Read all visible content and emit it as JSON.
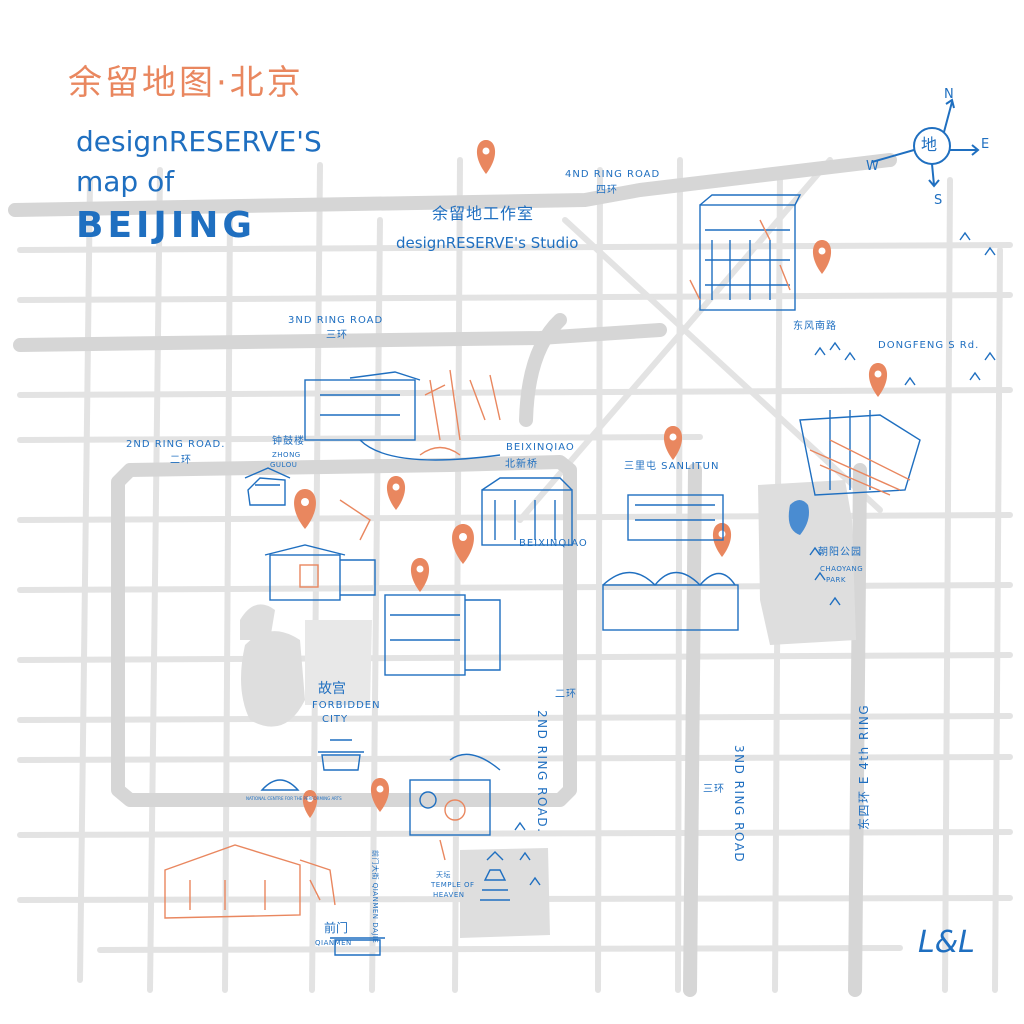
{
  "colors": {
    "road": "#e3e3e3",
    "ring": "#d6d6d6",
    "blue": "#1f6fc0",
    "orange": "#e9875f",
    "park": "#dedede"
  },
  "title": {
    "cn": "余留地图·北京",
    "line1": "designRESERVE'S",
    "line2": "map of",
    "line3": "BEIJING"
  },
  "compass": {
    "center": "地",
    "n": "N",
    "e": "E",
    "s": "S",
    "w": "W"
  },
  "roads": {
    "ring4_top_en": "4ND RING ROAD",
    "ring4_top_cn": "四环",
    "ring3_top_en": "3ND RING ROAD",
    "ring3_top_cn": "三环",
    "ring2_left_en": "2ND RING ROAD.",
    "ring2_left_cn": "二环",
    "ring2_right_en": "2ND RING ROAD.",
    "ring2_right_cn": "二环",
    "ring3_right_en": "3ND RING ROAD",
    "ring3_right_cn": "三环",
    "ring4_right": "东四环 E 4th RING",
    "dongfeng_cn": "东风南路",
    "dongfeng_en": "DONGFENG S Rd."
  },
  "places": {
    "studio_cn": "余留地工作室",
    "studio_en": "designRESERVE's Studio",
    "zhonggulou_cn": "钟鼓楼",
    "zhonggulou_en1": "ZHONG",
    "zhonggulou_en2": "GULOU",
    "beixinqiao": "BEIXINQIAO",
    "beixinqiao_cn": "北新桥",
    "beixinqiao2": "BEIXINQIAO",
    "sanlitun": "三里屯 SANLITUN",
    "chaoyang_cn": "朝阳公园",
    "chaoyang_en1": "CHAOYANG",
    "chaoyang_en2": "PARK",
    "forbidden_cn": "故宫",
    "forbidden_en1": "FORBIDDEN",
    "forbidden_en2": "CITY",
    "qianmen_cn": "前门",
    "qianmen_en": "QIANMEN",
    "temple_cn": "天坛",
    "temple_en1": "TEMPLE OF",
    "temple_en2": "HEAVEN",
    "qianmen_dajie": "前门大街 QIANMEN DAJIE",
    "ncpa": "NATIONAL CENTRE FOR THE PERFORMING ARTS",
    "signature": "L&L"
  }
}
